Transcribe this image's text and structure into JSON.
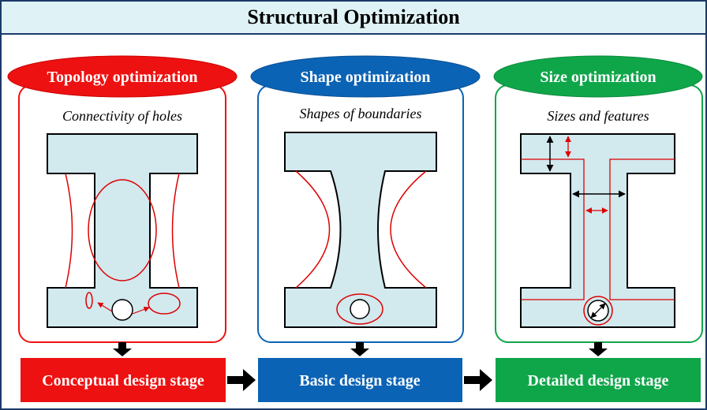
{
  "title": "Structural Optimization",
  "colors": {
    "header_bg": "#dff3f6",
    "beam_fill": "#d2e9ee",
    "topology": "#ee1111",
    "shape": "#0b63b5",
    "size": "#0fa64a",
    "stroke_red": "#dd0000"
  },
  "panels": [
    {
      "id": "topology",
      "label": "Topology optimization",
      "subtitle": "Connectivity of holes",
      "stage": "Conceptual design stage"
    },
    {
      "id": "shape",
      "label": "Shape optimization",
      "subtitle": "Shapes of boundaries",
      "stage": "Basic design stage"
    },
    {
      "id": "size",
      "label": "Size optimization",
      "subtitle": "Sizes and features",
      "stage": "Detailed design stage"
    }
  ]
}
